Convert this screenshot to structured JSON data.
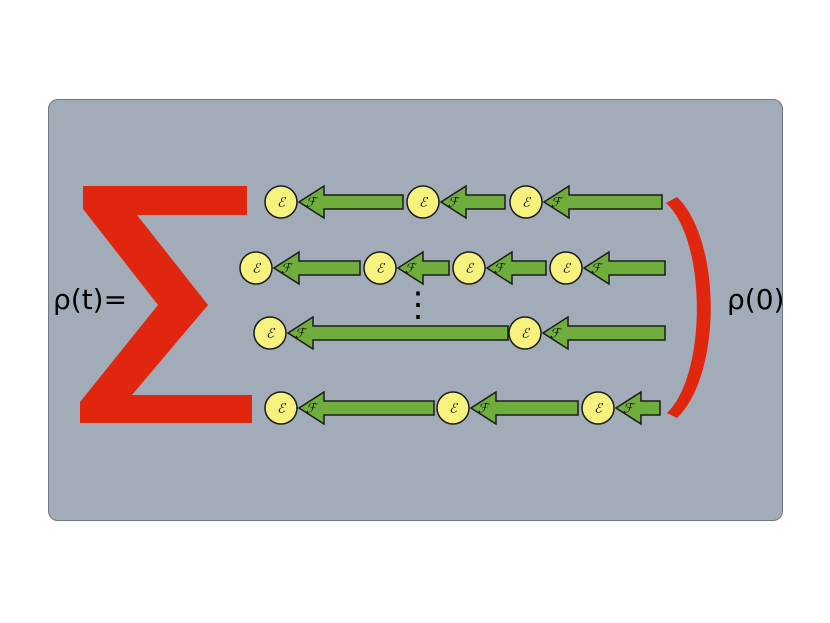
{
  "equation": {
    "lhs": "ρ(t)=",
    "rhs": "ρ(0)"
  },
  "symbols": {
    "E": "ℰ",
    "F": "ℱ",
    "ellipsis": "⋮"
  },
  "colors": {
    "panel": "#a2acb8",
    "sigma": "#e0260f",
    "arrow": "#6fae3c",
    "node": "#f7f27e"
  }
}
